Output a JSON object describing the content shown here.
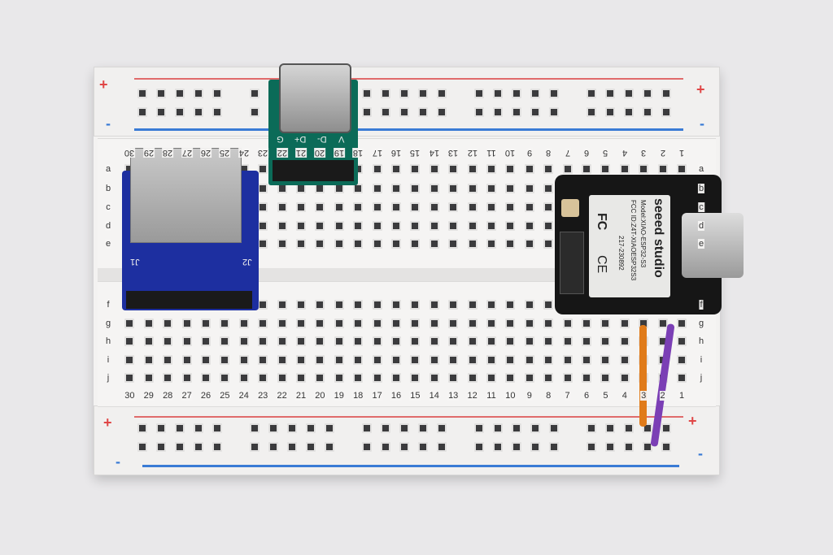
{
  "breadboard": {
    "column_numbers": [
      "1",
      "2",
      "3",
      "4",
      "5",
      "6",
      "7",
      "8",
      "9",
      "10",
      "11",
      "12",
      "13",
      "14",
      "15",
      "16",
      "17",
      "18",
      "19",
      "20",
      "21",
      "22",
      "23",
      "24",
      "25",
      "26",
      "27",
      "28",
      "29",
      "30"
    ],
    "top_row_letters": [
      "a",
      "b",
      "c",
      "d",
      "e"
    ],
    "bottom_row_letters": [
      "f",
      "g",
      "h",
      "i",
      "j"
    ],
    "plus_sign": "+",
    "minus_sign": "-",
    "colors": {
      "positive_line": "#e06b6b",
      "negative_line": "#3a7bd5"
    }
  },
  "usbc_breakout": {
    "pin_labels": [
      "G",
      "D+",
      "D-",
      "V"
    ],
    "color": "#0b6b58"
  },
  "sd_module": {
    "labels": [
      "J1",
      "J2"
    ],
    "color": "#1d2fa0"
  },
  "xiao": {
    "brand": "seeed studio",
    "model": "Model:XIAO-ESP32-S3",
    "fcc_id": "FCC ID:Z4T-XIAOESP32S3",
    "cert": "217-230892",
    "fc_mark": "FC",
    "ce_mark": "CE"
  },
  "wires": {
    "orange": "#e07b1a",
    "purple": "#7b3fb5"
  }
}
